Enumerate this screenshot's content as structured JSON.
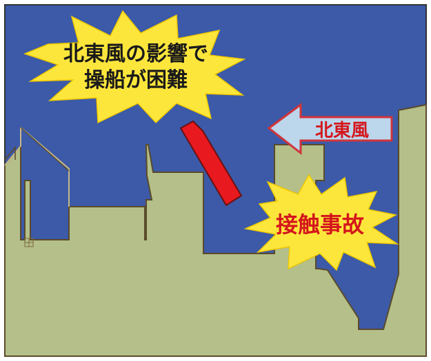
{
  "colors": {
    "sea": "#3c5aa8",
    "land": "#b4bf8a",
    "outline": "#5a4a2a",
    "ship": "#e8191f",
    "burst": "#fde63c",
    "burst_stroke": "#e8c400",
    "arrow_fill": "#bcd6ec",
    "arrow_stroke": "#d0343a",
    "text_dark": "#1a1a1a",
    "text_red": "#d4161c"
  },
  "icons": {
    "ship": "ship-icon",
    "wind_arrow": "left-arrow-icon",
    "burst": "starburst-icon"
  },
  "wind_burst": {
    "line1": "北東風の影響で",
    "line2": "操船が困難"
  },
  "wind_arrow": {
    "label": "北東風"
  },
  "collision_burst": {
    "label": "接触事故"
  }
}
